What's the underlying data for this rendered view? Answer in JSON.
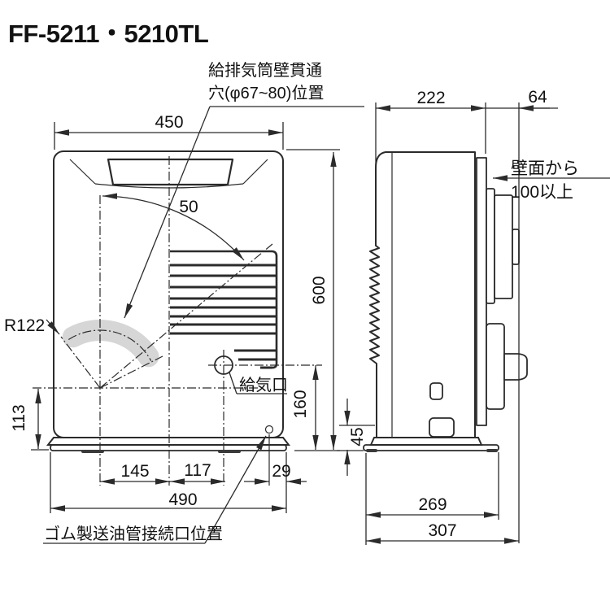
{
  "title": "FF-5211・5210TL",
  "labels": {
    "flue_hole_1": "給排気筒壁貫通",
    "flue_hole_2": "穴(φ67~80)位置",
    "air_intake": "給気口",
    "oil_pipe_port": "ゴム製送油管接続口位置",
    "wall_clearance_1": "壁面から",
    "wall_clearance_2": "100以上"
  },
  "front_view": {
    "width": "450",
    "hole_offset": "50",
    "hole_radius": "R122",
    "height": "600",
    "intake_height": "160",
    "axis_height": "113",
    "axis_to_center": "145",
    "center_to_intake": "117",
    "oil_to_edge": "29",
    "base_width": "490"
  },
  "side_view": {
    "depth": "222",
    "flue_depth": "64",
    "base_depth": "269",
    "overall_depth": "307",
    "base_height": "45"
  }
}
